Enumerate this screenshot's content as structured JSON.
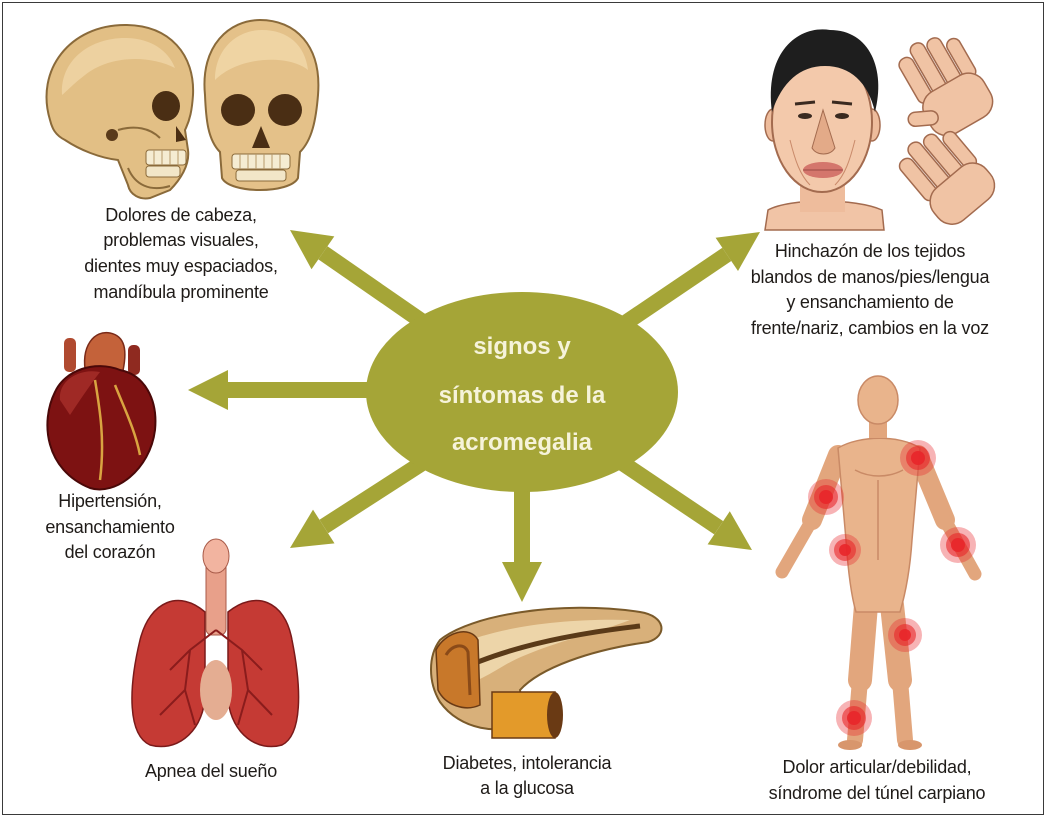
{
  "diagram": {
    "center": {
      "lines": [
        "signos y",
        "síntomas de la",
        "acromegalia"
      ]
    },
    "nodes": {
      "head": {
        "icon": "skulls-icon",
        "lines": [
          "Dolores de cabeza,",
          "problemas visuales,",
          "dientes muy espaciados,",
          "mandíbula prominente"
        ]
      },
      "soft_tissue": {
        "icon": "face-and-hands-icon",
        "lines": [
          "Hinchazón de los tejidos",
          "blandos de manos/pies/lengua",
          "y ensanchamiento de",
          "frente/nariz, cambios en la voz"
        ]
      },
      "heart": {
        "icon": "heart-icon",
        "lines": [
          "Hipertensión,",
          "ensanchamiento",
          "del corazón"
        ]
      },
      "lungs": {
        "icon": "lungs-icon",
        "lines": [
          "Apnea del sueño"
        ]
      },
      "pancreas": {
        "icon": "pancreas-icon",
        "lines": [
          "Diabetes, intolerancia",
          "a la glucosa"
        ]
      },
      "joints": {
        "icon": "human-body-joints-icon",
        "lines": [
          "Dolor articular/debilidad,",
          "síndrome del túnel carpiano"
        ]
      }
    }
  },
  "colors": {
    "accent": "#a5a537",
    "center_text": "#f6f3da",
    "caption_text": "#1f1b18",
    "joint_highlight": "#e8262a"
  }
}
